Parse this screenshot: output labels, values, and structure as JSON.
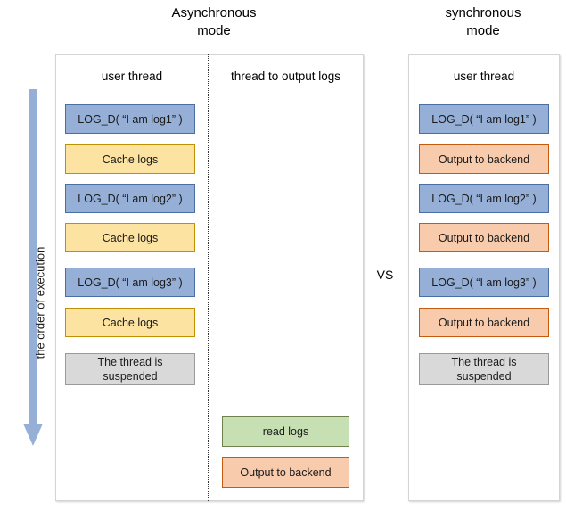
{
  "diagram": {
    "titles": {
      "async": "Asynchronous\nmode",
      "sync": "synchronous\nmode"
    },
    "vs_label": "VS",
    "axis": {
      "label": "the order of execution",
      "arrow_color": "#95AFD7",
      "direction": "down"
    },
    "colors": {
      "blue": "#95AFD7",
      "blue_border": "#4A6FA5",
      "yellow": "#FCE3A2",
      "yellow_border": "#BF9000",
      "orange": "#F8CBAD",
      "orange_border": "#C55A11",
      "green": "#C6E0B4",
      "green_border": "#70804F",
      "gray": "#D9D9D9",
      "gray_border": "#9A9A9A",
      "panel_border": "#D4D4D4",
      "divider": "#333333"
    },
    "panels": [
      {
        "id": "async",
        "columns": [
          {
            "id": "async-user-thread",
            "header": "user thread",
            "steps": [
              {
                "label": "LOG_D( “I am log1” )",
                "color": "blue"
              },
              {
                "label": "Cache logs",
                "color": "yellow"
              },
              {
                "label": "LOG_D( “I am log2” )",
                "color": "blue"
              },
              {
                "label": "Cache logs",
                "color": "yellow"
              },
              {
                "label": "LOG_D( “I am log3” )",
                "color": "blue"
              },
              {
                "label": "Cache logs",
                "color": "yellow"
              },
              {
                "label": "The thread is\nsuspended",
                "color": "gray"
              }
            ]
          },
          {
            "id": "async-output-thread",
            "header": "thread to output logs",
            "steps": [
              {
                "label": "read logs",
                "color": "green"
              },
              {
                "label": "Output to backend",
                "color": "orange"
              }
            ]
          }
        ]
      },
      {
        "id": "sync",
        "columns": [
          {
            "id": "sync-user-thread",
            "header": "user thread",
            "steps": [
              {
                "label": "LOG_D( “I am log1” )",
                "color": "blue"
              },
              {
                "label": "Output to backend",
                "color": "orange"
              },
              {
                "label": "LOG_D( “I am log2” )",
                "color": "blue"
              },
              {
                "label": "Output to backend",
                "color": "orange"
              },
              {
                "label": "LOG_D( “I am log3” )",
                "color": "blue"
              },
              {
                "label": "Output to backend",
                "color": "orange"
              },
              {
                "label": "The thread is\nsuspended",
                "color": "gray"
              }
            ]
          }
        ]
      }
    ]
  }
}
